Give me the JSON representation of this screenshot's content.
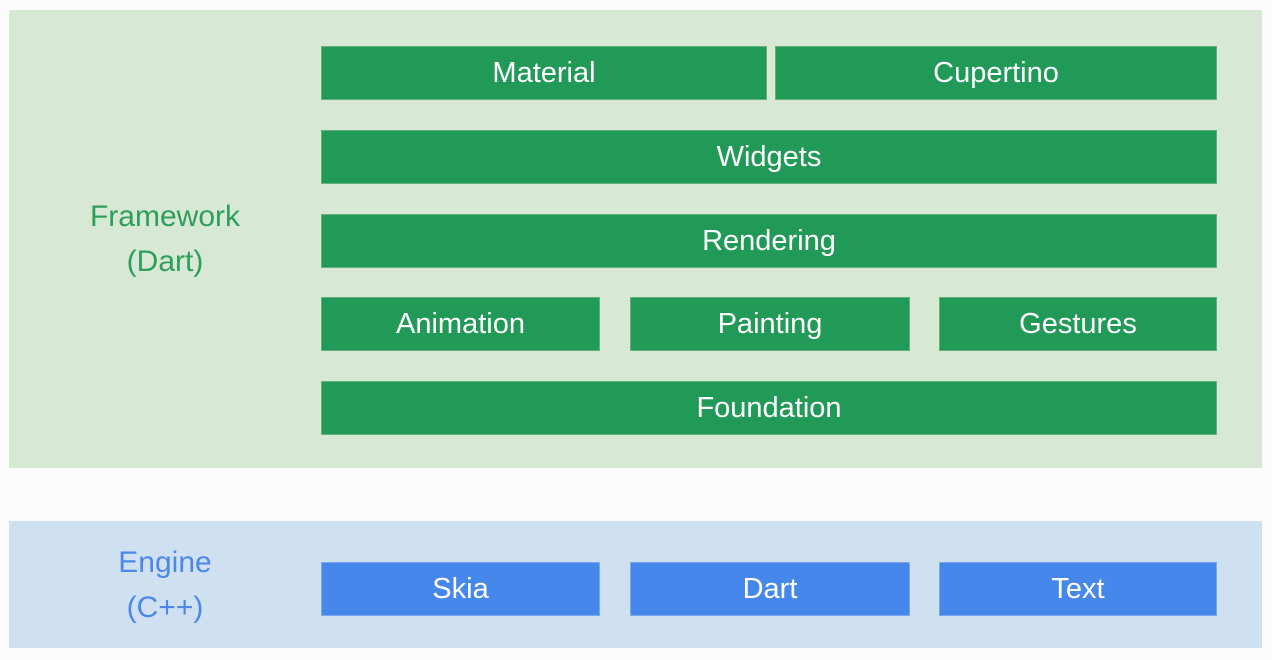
{
  "colors": {
    "page_bg": "#fcfcfc",
    "framework_panel_bg": "#d7e8d4",
    "engine_panel_bg": "#cfe0f0",
    "framework_bar_bg": "#219a58",
    "framework_bar_border": "#64b07d",
    "engine_bar_bg": "#4687ec",
    "engine_bar_border": "#7aa7f1",
    "framework_label_color": "#2e9e5b",
    "engine_label_color": "#4d88e9",
    "bar_text_color": "#ffffff"
  },
  "framework": {
    "label_line1": "Framework",
    "label_line2": "(Dart)",
    "rows": [
      {
        "cells": [
          {
            "label": "Material"
          },
          {
            "label": "Cupertino"
          }
        ]
      },
      {
        "cells": [
          {
            "label": "Widgets"
          }
        ]
      },
      {
        "cells": [
          {
            "label": "Rendering"
          }
        ]
      },
      {
        "cells": [
          {
            "label": "Animation"
          },
          {
            "label": "Painting"
          },
          {
            "label": "Gestures"
          }
        ]
      },
      {
        "cells": [
          {
            "label": "Foundation"
          }
        ]
      }
    ]
  },
  "engine": {
    "label_line1": "Engine",
    "label_line2": "(C++)",
    "cells": [
      {
        "label": "Skia"
      },
      {
        "label": "Dart"
      },
      {
        "label": "Text"
      }
    ]
  }
}
